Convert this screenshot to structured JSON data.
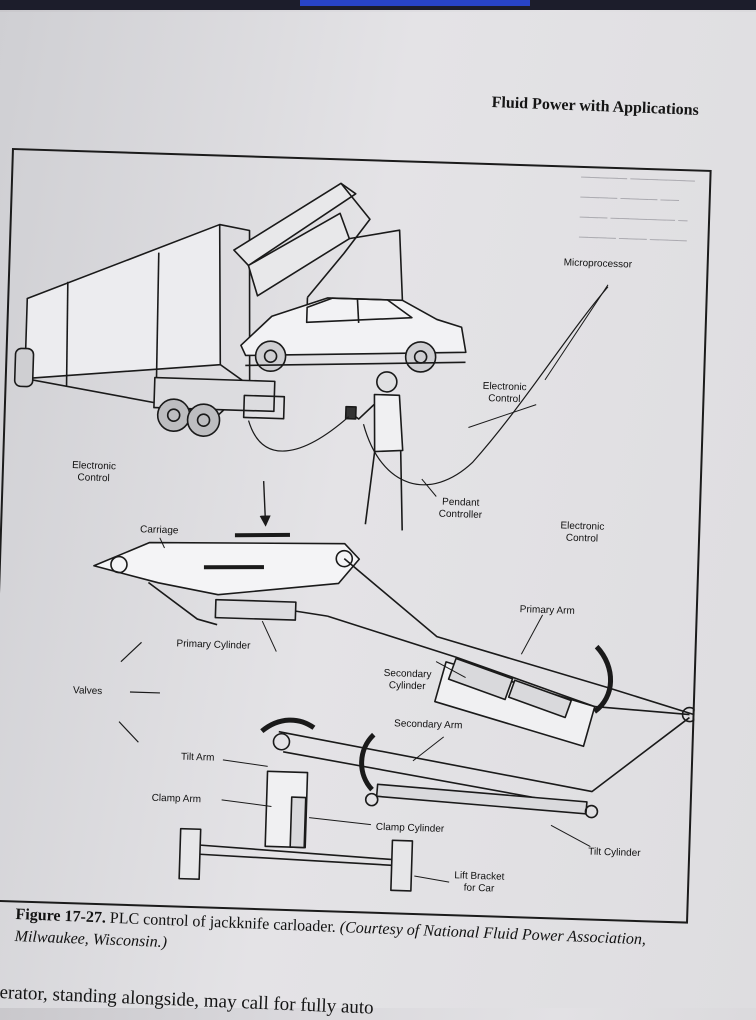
{
  "running_head": "Fluid Power with Applications",
  "figure": {
    "labels": {
      "microprocessor": "Microprocessor",
      "electronic_control_top": "Electronic\nControl",
      "electronic_control_left": "Electronic\nControl",
      "pendant_controller": "Pendant\nController",
      "electronic_control_right": "Electronic\nControl",
      "carriage": "Carriage",
      "primary_arm": "Primary Arm",
      "primary_cylinder": "Primary Cylinder",
      "secondary_cylinder": "Secondary\nCylinder",
      "valves": "Valves",
      "secondary_arm": "Secondary Arm",
      "tilt_arm": "Tilt Arm",
      "clamp_arm": "Clamp Arm",
      "clamp_cylinder": "Clamp Cylinder",
      "tilt_cylinder": "Tilt Cylinder",
      "lift_bracket": "Lift Bracket\nfor Car"
    }
  },
  "caption": {
    "number": "Figure 17-27.",
    "text": " PLC control of jackknife carloader. ",
    "courtesy": "(Courtesy of National Fluid Power Association, Milwaukee, Wisconsin.)"
  },
  "bottom_text": "erator, standing alongside, may call for fully auto"
}
